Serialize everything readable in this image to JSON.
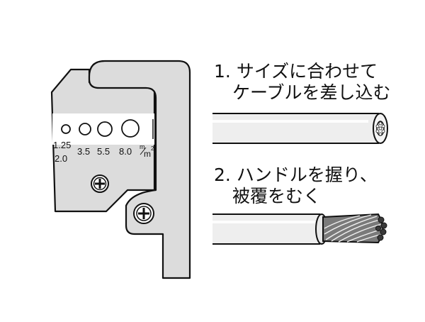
{
  "tool": {
    "gauge_labels": [
      "1.25",
      "2.0",
      "3.5",
      "5.5",
      "8.0"
    ],
    "unit_num": "m",
    "unit_den": "m",
    "unit_exp": "2"
  },
  "steps": [
    {
      "number": "1.",
      "line1": "サイズに合わせて",
      "line2": "ケーブルを差し込む"
    },
    {
      "number": "2.",
      "line1": "ハンドルを握り、",
      "line2": "被覆をむく"
    }
  ],
  "colors": {
    "tool_fill": "#d9d9d9",
    "cable_fill": "#efefef",
    "outline": "#111111",
    "strand_dark": "#3a3a3a"
  }
}
